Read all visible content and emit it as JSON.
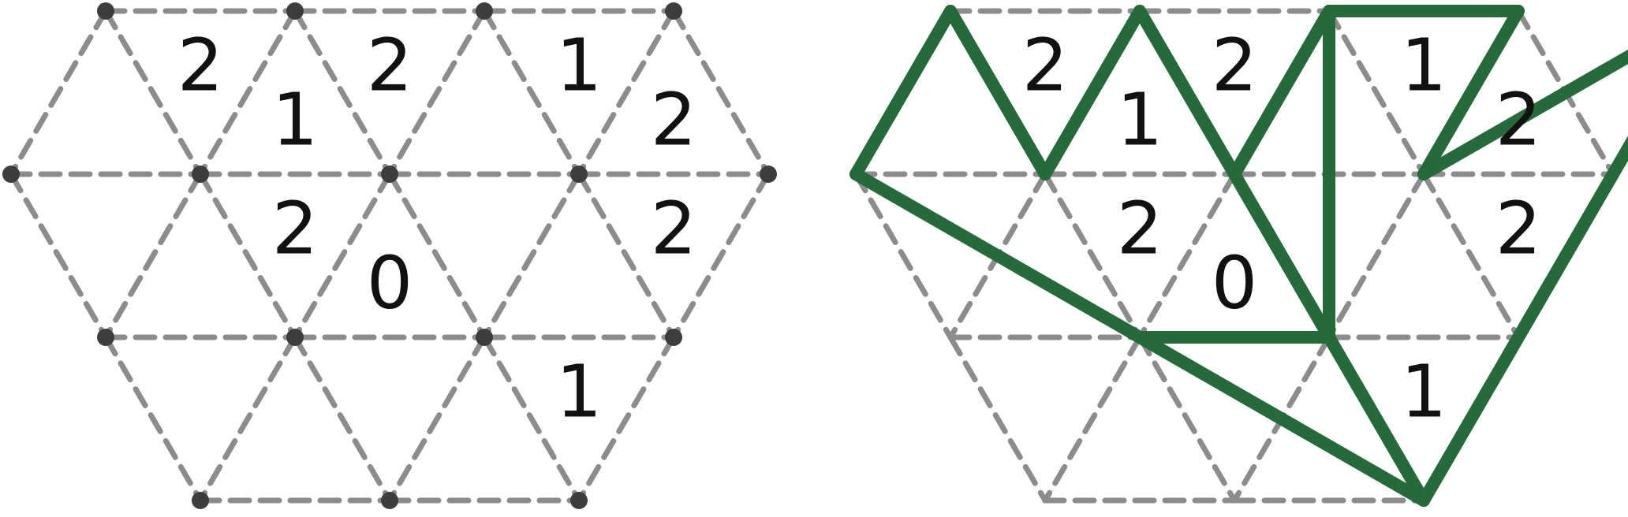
{
  "colors": {
    "background": "#ffffff",
    "grid": "#8c8c8c",
    "dot": "#3d3d3d",
    "clue": "#111111",
    "loop": "#26693a"
  },
  "puzzle": {
    "clues": [
      {
        "cell": "u-0-1",
        "value": "1"
      },
      {
        "cell": "u-0-3",
        "value": "2"
      },
      {
        "cell": "d-0-0",
        "value": "2"
      },
      {
        "cell": "d-0-1",
        "value": "2"
      },
      {
        "cell": "d-0-2",
        "value": "1"
      },
      {
        "cell": "u-1-1",
        "value": "0"
      },
      {
        "cell": "d-1-1",
        "value": "2"
      },
      {
        "cell": "d-1-3",
        "value": "2"
      },
      {
        "cell": "u-2-2",
        "value": "1"
      }
    ]
  },
  "solution": {
    "clues": [
      {
        "cell": "u-0-1",
        "value": "1"
      },
      {
        "cell": "u-0-3",
        "value": "2"
      },
      {
        "cell": "d-0-0",
        "value": "2"
      },
      {
        "cell": "d-0-1",
        "value": "2"
      },
      {
        "cell": "d-0-2",
        "value": "1"
      },
      {
        "cell": "u-1-1",
        "value": "0"
      },
      {
        "cell": "d-1-1",
        "value": "2"
      },
      {
        "cell": "d-1-3",
        "value": "2"
      },
      {
        "cell": "u-2-2",
        "value": "1"
      }
    ],
    "loop_path": [
      "a0",
      "b1",
      "a1",
      "b2",
      "a2",
      "c2",
      "b2",
      "a2",
      "a3",
      "b3",
      "a4",
      "b4",
      "d2",
      "c1",
      "c2",
      "d2",
      "b0",
      "a0"
    ]
  }
}
